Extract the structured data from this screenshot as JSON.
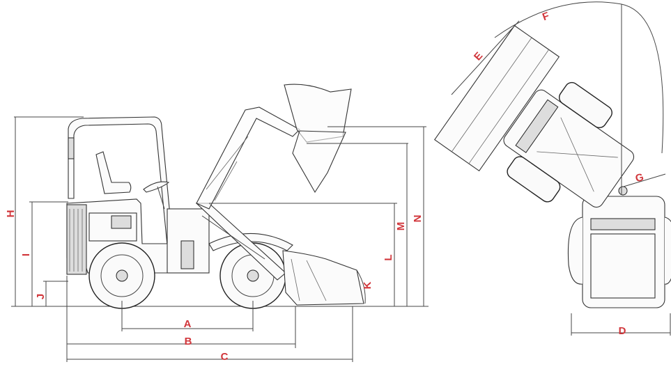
{
  "labels": {
    "A": "A",
    "B": "B",
    "C": "C",
    "D": "D",
    "E": "E",
    "F": "F",
    "G": "G",
    "H": "H",
    "I": "I",
    "J": "J",
    "K": "K",
    "L": "L",
    "M": "M",
    "N": "N"
  },
  "colors": {
    "label": "#d1363b",
    "line": "#444444"
  }
}
